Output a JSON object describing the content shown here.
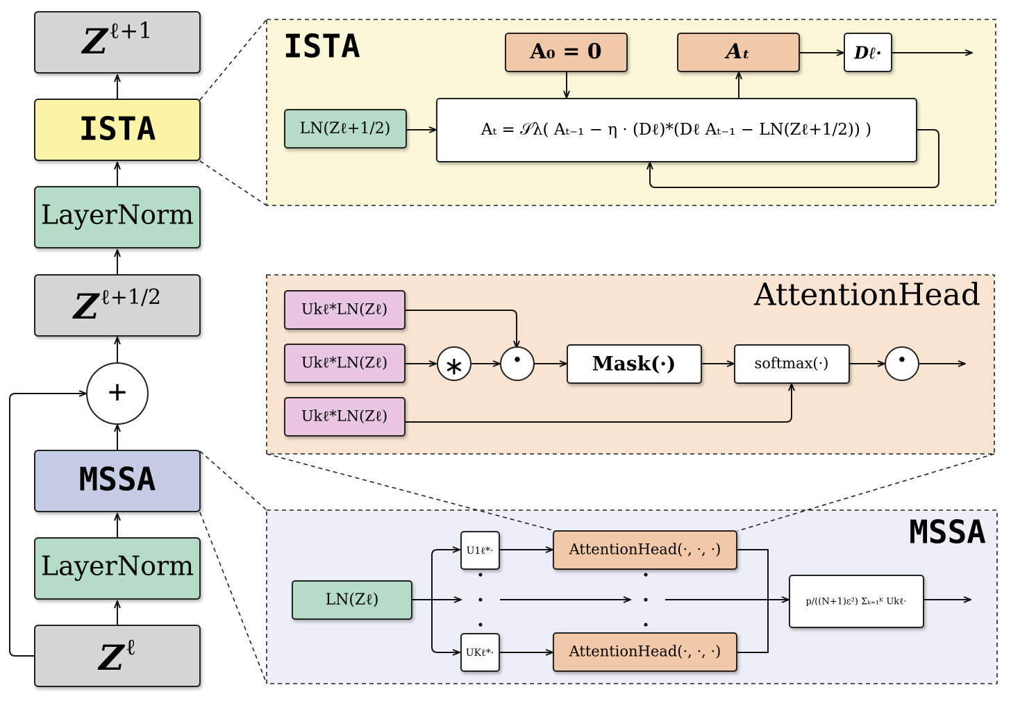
{
  "colors": {
    "gray_block": "#d6d6d6",
    "yellow_block": "#fbf3a6",
    "green_block": "#b5dcc6",
    "blue_block": "#c5cde6",
    "pink_block": "#e8c6e2",
    "orange_block": "#f2c9a8",
    "ista_panel": "#fbf7d8",
    "attention_panel": "#f8e4d0",
    "mssa_panel": "#eceef8"
  },
  "stack": {
    "z_next": "Z",
    "z_next_sup": "ℓ+1",
    "ista": "ISTA",
    "layernorm_top": "LayerNorm",
    "z_half": "Z",
    "z_half_sup": "ℓ+1/2",
    "plus": "+",
    "mssa": "MSSA",
    "layernorm_bottom": "LayerNorm",
    "z_in": "Z",
    "z_in_sup": "ℓ"
  },
  "ista_panel": {
    "title": "ISTA",
    "a0_box": "A₀ = 𝟎",
    "at_box": "Aₜ",
    "d_box": "Dℓ·",
    "input_box": "LN(Zℓ+1/2)",
    "update_box": "Aₜ = 𝒮λ( Aₜ₋₁ − η · (Dℓ)*(Dℓ Aₜ₋₁ − LN(Zℓ+1/2)) )"
  },
  "attention_panel": {
    "title": "AttentionHead",
    "input_1": "Ukℓ*LN(Zℓ)",
    "input_2": "Ukℓ*LN(Zℓ)",
    "input_3": "Ukℓ*LN(Zℓ)",
    "star_op": "∗",
    "dot_op_1": "·",
    "mask_box": "Mask(·)",
    "softmax_box": "softmax(·)",
    "dot_op_2": "·"
  },
  "mssa_panel": {
    "title": "MSSA",
    "input_box": "LN(Zℓ)",
    "u1_box": "U1ℓ*·",
    "uk_box": "UKℓ*·",
    "head_1": "AttentionHead(·, ·, ·)",
    "head_k": "AttentionHead(·, ·, ·)",
    "output_box": "p/((N+1)ε²) Σₖ₌₁ᴷ Ukℓ·"
  }
}
